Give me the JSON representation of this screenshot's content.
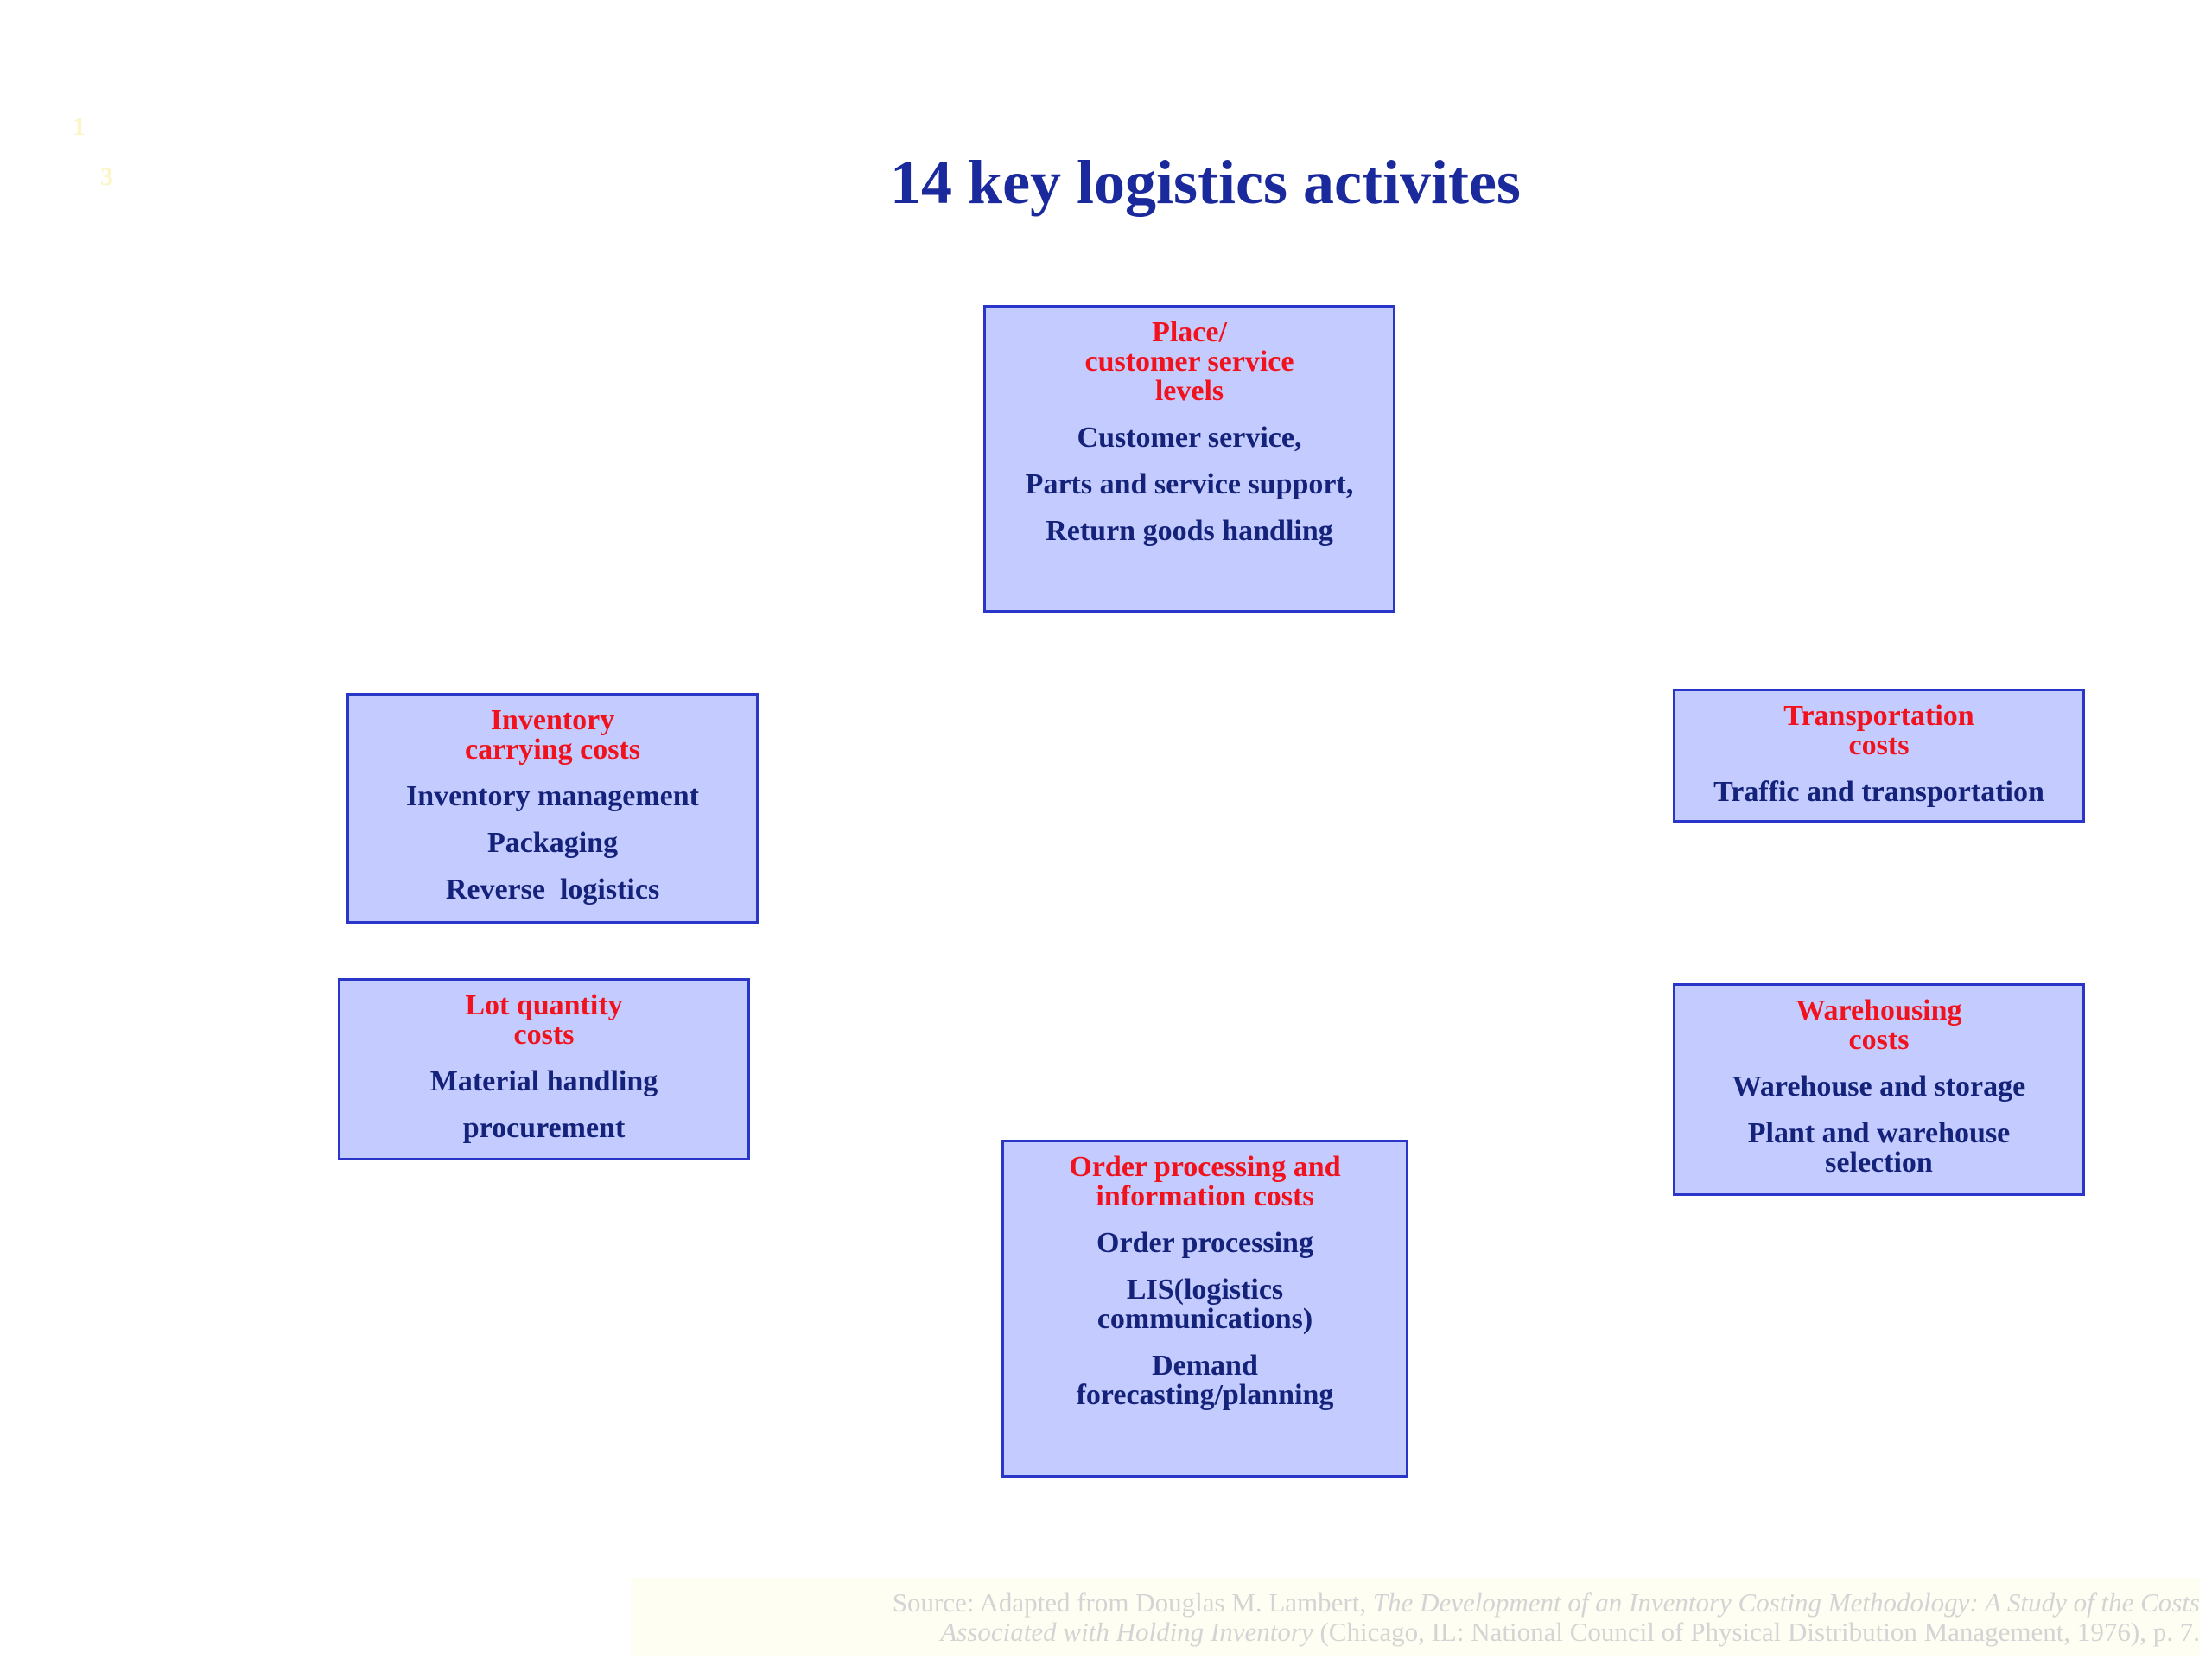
{
  "slide_numbers": [
    "1",
    "3"
  ],
  "title": "14 key logistics activites",
  "boxes": {
    "place": {
      "heading": [
        "Place/",
        "customer service",
        "levels"
      ],
      "items": [
        "Customer service,",
        "Parts and service support,",
        "Return goods handling"
      ]
    },
    "inventory": {
      "heading": [
        "Inventory",
        "carrying costs"
      ],
      "items": [
        "Inventory management",
        "Packaging",
        "Reverse  logistics"
      ]
    },
    "transport": {
      "heading": [
        "Transportation",
        "costs"
      ],
      "items": [
        "Traffic and transportation"
      ]
    },
    "lot": {
      "heading": [
        "Lot quantity",
        "costs"
      ],
      "items": [
        "Material handling",
        "procurement"
      ]
    },
    "warehouse": {
      "heading": [
        "Warehousing",
        "costs"
      ],
      "items": [
        "Warehouse and storage",
        [
          "Plant and warehouse",
          "selection"
        ]
      ]
    },
    "order": {
      "heading": [
        "Order processing and",
        "information costs"
      ],
      "items": [
        "Order processing",
        [
          "LIS(logistics",
          "communications)"
        ],
        [
          "Demand",
          "forecasting/planning"
        ]
      ]
    }
  },
  "source": {
    "prefix": "Source: Adapted from Douglas M. Lambert, ",
    "italic1": "The Development of an Inventory Costing Methodology: A Study of the Costs",
    "italic2": "Associated with Holding Inventory",
    "suffix": " (Chicago, IL: National Council of Physical Distribution Management, 1976), p. 7."
  }
}
